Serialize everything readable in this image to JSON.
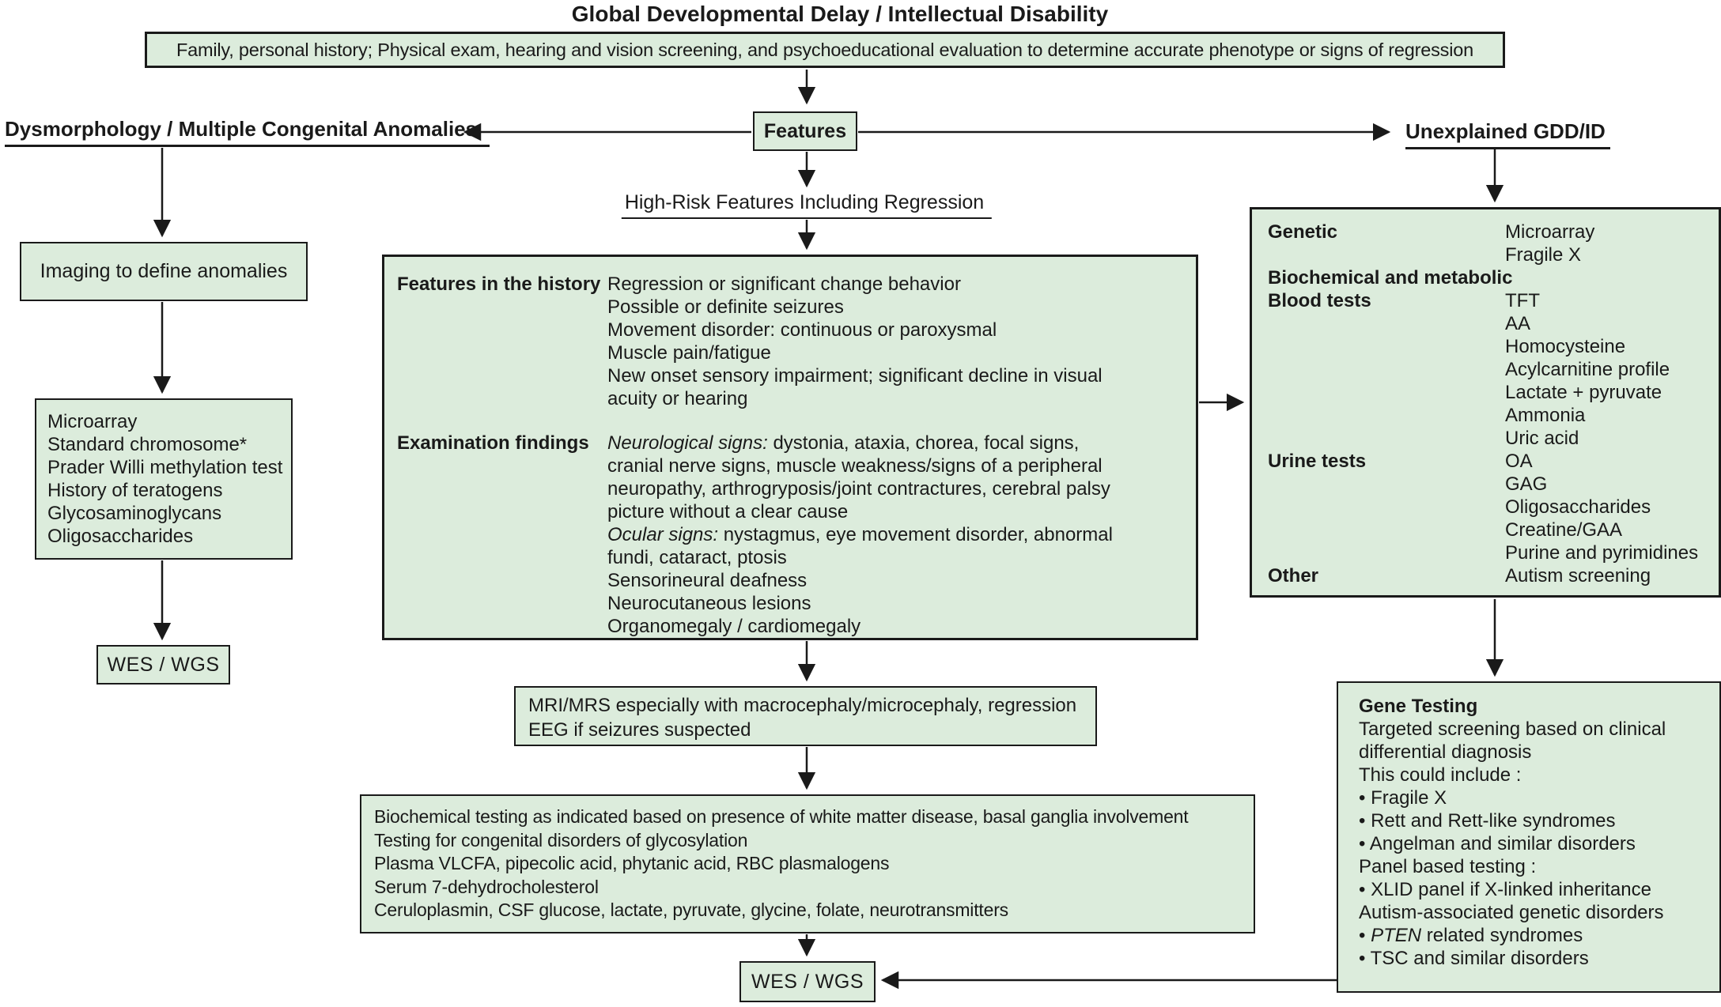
{
  "title": "Global Developmental Delay / Intellectual Disability",
  "colors": {
    "box_fill": "#dcecdc",
    "box_border": "#1a1a1a",
    "text": "#1a1a1a",
    "background": "#ffffff"
  },
  "top_box": {
    "text": "Family, personal history; Physical exam, hearing and vision screening, and psychoeducational evaluation to determine accurate phenotype or signs of regression"
  },
  "nodes": {
    "features": "Features",
    "left_heading": "Dysmorphology / Multiple Congenital Anomalies",
    "right_heading": "Unexplained GDD/ID",
    "high_risk": "High-Risk Features Including Regression"
  },
  "left_column": {
    "imaging_box": "Imaging to define anomalies",
    "tests_box": [
      "Microarray",
      "Standard chromosome*",
      "Prader Willi methylation test",
      "History of teratogens",
      "Glycosaminoglycans",
      "Oligosaccharides"
    ],
    "wes_box": "WES / WGS"
  },
  "features_box": {
    "history_label": "Features in the history",
    "history_items": [
      "Regression or significant change behavior",
      "Possible or definite seizures",
      "Movement disorder: continuous or paroxysmal",
      "Muscle pain/fatigue",
      "New onset sensory impairment; significant decline in visual acuity or hearing"
    ],
    "exam_label": "Examination findings",
    "exam": {
      "neuro_label": "Neurological signs:",
      "neuro_text": " dystonia, ataxia, chorea, focal signs, cranial nerve signs, muscle weakness/signs of a peripheral neuropathy, arthrogryposis/joint contractures, cerebral palsy picture without a clear cause",
      "ocular_label": "Ocular signs:",
      "ocular_text": " nystagmus, eye movement disorder, abnormal fundi, cataract, ptosis",
      "items": [
        "Sensorineural deafness",
        "Neurocutaneous lesions",
        "Organomegaly / cardiomegaly"
      ]
    }
  },
  "mri_box": {
    "lines": [
      "MRI/MRS especially with macrocephaly/microcephaly, regression",
      "EEG if seizures suspected"
    ]
  },
  "biochem_box": {
    "lines": [
      "Biochemical testing as indicated based on presence of white matter disease, basal ganglia involvement",
      "Testing for congenital disorders of glycosylation",
      "Plasma VLCFA, pipecolic acid, phytanic acid, RBC plasmalogens",
      "Serum 7-dehydrocholesterol",
      "Ceruloplasmin, CSF glucose, lactate, pyruvate, glycine, folate, neurotransmitters"
    ]
  },
  "wes_bottom_box": "WES / WGS",
  "right_box": {
    "rows": [
      {
        "label": "Genetic",
        "value": "Microarray"
      },
      {
        "label": "",
        "value": "Fragile X"
      },
      {
        "label": "Biochemical and metabolic",
        "value": ""
      },
      {
        "label": "Blood tests",
        "value": "TFT"
      },
      {
        "label": "",
        "value": "AA"
      },
      {
        "label": "",
        "value": "Homocysteine"
      },
      {
        "label": "",
        "value": "Acylcarnitine profile"
      },
      {
        "label": "",
        "value": "Lactate + pyruvate"
      },
      {
        "label": "",
        "value": "Ammonia"
      },
      {
        "label": "",
        "value": "Uric acid"
      },
      {
        "label": "Urine tests",
        "value": "OA"
      },
      {
        "label": "",
        "value": "GAG"
      },
      {
        "label": "",
        "value": "Oligosaccharides"
      },
      {
        "label": "",
        "value": "Creatine/GAA"
      },
      {
        "label": "",
        "value": "Purine and pyrimidines"
      },
      {
        "label": "Other",
        "value": "Autism screening"
      }
    ]
  },
  "gene_box": {
    "title": "Gene Testing",
    "lines_top": [
      "Targeted screening based on clinical",
      "differential diagnosis",
      "This could include :",
      "• Fragile X",
      "• Rett and Rett-like syndromes",
      "• Angelman and similar disorders",
      "Panel based testing :",
      "• XLID panel if X-linked inheritance",
      "Autism-associated genetic disorders"
    ],
    "pten_line": {
      "bullet": "• ",
      "italic": "PTEN",
      "rest": " related syndromes"
    },
    "last_line": "• TSC and similar disorders"
  }
}
